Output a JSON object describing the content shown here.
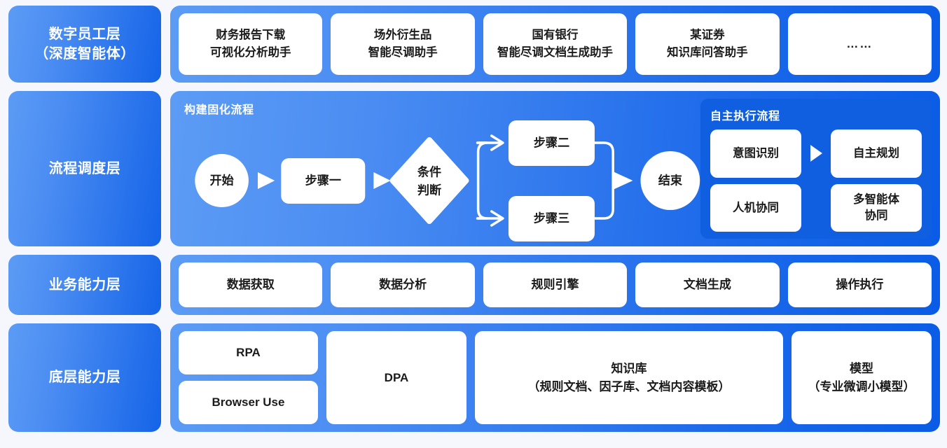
{
  "colors": {
    "page_bg": "#f5f7fc",
    "gradient_start": "#5c9cf5",
    "gradient_end": "#0a5ce6",
    "label_gradient_start": "#5c9cf5",
    "label_gradient_end": "#1564e8",
    "inner_panel_blue": "#0f5fe0",
    "card_bg": "#ffffff",
    "card_text": "#1b1b1b"
  },
  "layers": [
    {
      "id": "digital-employee",
      "label_lines": [
        "数字员工层",
        "（深度智能体）"
      ],
      "cards": [
        {
          "lines": [
            "财务报告下载",
            "可视化分析助手"
          ]
        },
        {
          "lines": [
            "场外衍生品",
            "智能尽调助手"
          ]
        },
        {
          "lines": [
            "国有银行",
            "智能尽调文档生成助手"
          ]
        },
        {
          "lines": [
            "某证券",
            "知识库问答助手"
          ]
        },
        {
          "lines": [
            "……"
          ],
          "ellipsis": true
        }
      ]
    },
    {
      "id": "process-scheduling",
      "label_lines": [
        "流程调度层"
      ],
      "flow": {
        "title": "构建固化流程",
        "nodes": {
          "start": "开始",
          "step1": "步骤一",
          "decision_lines": [
            "条件",
            "判断"
          ],
          "step2": "步骤二",
          "step3": "步骤三",
          "end": "结束"
        }
      },
      "autonomous": {
        "title": "自主执行流程",
        "cells": [
          {
            "lines": [
              "意图识别"
            ]
          },
          {
            "lines": [
              "自主规划"
            ]
          },
          {
            "lines": [
              "人机协同"
            ]
          },
          {
            "lines": [
              "多智能体",
              "协同"
            ]
          }
        ]
      }
    },
    {
      "id": "business-capability",
      "label_lines": [
        "业务能力层"
      ],
      "cards": [
        {
          "lines": [
            "数据获取"
          ]
        },
        {
          "lines": [
            "数据分析"
          ]
        },
        {
          "lines": [
            "规则引擎"
          ]
        },
        {
          "lines": [
            "文档生成"
          ]
        },
        {
          "lines": [
            "操作执行"
          ]
        }
      ]
    },
    {
      "id": "foundation-capability",
      "label_lines": [
        "底层能力层"
      ],
      "columns": [
        {
          "id": "rpa",
          "cards": [
            {
              "lines": [
                "RPA"
              ]
            },
            {
              "lines": [
                "Browser Use"
              ]
            }
          ]
        },
        {
          "id": "dpa",
          "cards": [
            {
              "lines": [
                "DPA"
              ]
            }
          ]
        },
        {
          "id": "knowledge-base",
          "cards": [
            {
              "lines": [
                "知识库",
                "（规则文档、因子库、文档内容模板）"
              ]
            }
          ]
        },
        {
          "id": "model",
          "cards": [
            {
              "lines": [
                "模型",
                "（专业微调小模型）"
              ]
            }
          ]
        }
      ]
    }
  ]
}
